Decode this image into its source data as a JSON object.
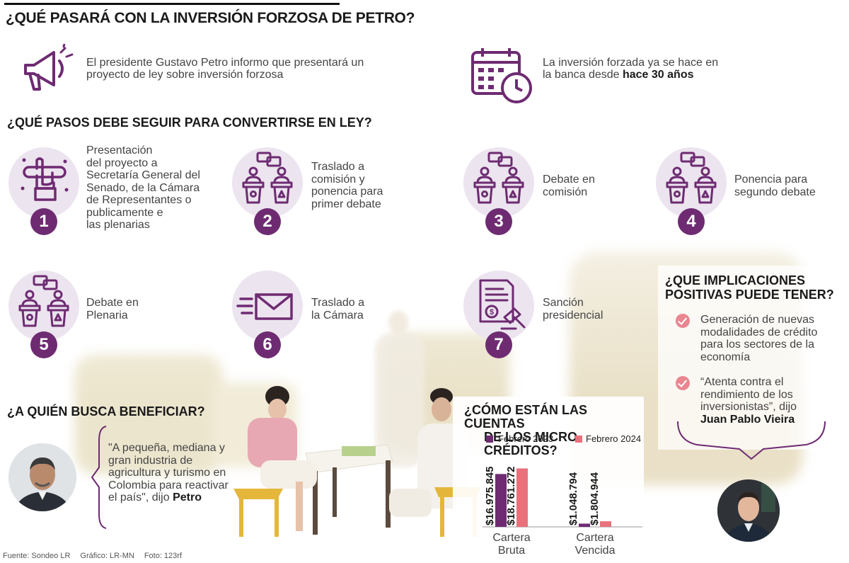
{
  "title": "¿QUÉ PASARÁ CON LA INVERSIÓN FORZOSA DE PETRO?",
  "intro": {
    "left_text": "El presidente Gustavo Petro informo que presentará un proyecto de ley sobre inversión forzosa",
    "left_icon": "megaphone-icon",
    "right_text_1": "La inversión forzada ya se hace en la banca desde ",
    "right_text_bold": "hace 30 años",
    "right_icon": "calendar-clock-icon"
  },
  "steps_heading": "¿QUÉ PASOS DEBE SEGUIR PARA CONVERTIRSE EN LEY?",
  "steps": [
    {
      "num": "1",
      "icon": "scroll-hand-icon",
      "lines": [
        "Presentación",
        "del proyecto a",
        "Secretaría General del",
        "Senado, de la Cámara",
        "de Representantes o",
        "publicamente e",
        "las plenarias"
      ]
    },
    {
      "num": "2",
      "icon": "debate-podium-icon",
      "lines": [
        "Traslado a",
        "comisión y",
        "ponencia para",
        "primer debate"
      ]
    },
    {
      "num": "3",
      "icon": "debate-podium-icon",
      "lines": [
        "Debate en",
        "comisión"
      ]
    },
    {
      "num": "4",
      "icon": "debate-podium-icon",
      "lines": [
        "Ponencia para",
        "segundo debate"
      ]
    },
    {
      "num": "5",
      "icon": "debate-podium-icon",
      "lines": [
        "Debate en",
        "Plenaria"
      ]
    },
    {
      "num": "6",
      "icon": "envelope-icon",
      "lines": [
        "Traslado a",
        "la Cámara"
      ]
    },
    {
      "num": "7",
      "icon": "document-gavel-icon",
      "lines": [
        "Sanción",
        "presidencial"
      ]
    }
  ],
  "implications": {
    "heading_lines": [
      "¿QUE IMPLICACIONES",
      "POSITIVAS PUEDE TENER?"
    ],
    "item1_lines": [
      "Generación de nuevas",
      "modalidades de crédito",
      "para los sectores de la",
      "economía"
    ],
    "item2_lines": [
      "“Atenta contra el",
      "rendimiento de los",
      "inversionistas”, dijo"
    ],
    "item2_author": "Juan Pablo Vieira"
  },
  "beneficiary": {
    "heading": "¿A QUIÉN BUSCA BENEFICIAR?",
    "quote_lines": [
      "\"A pequeña, mediana y",
      "gran industria de",
      "agricultura y turismo en",
      "Colombia para reactivar"
    ],
    "quote_last": "el país\", dijo ",
    "author": "Petro"
  },
  "chart_heading_lines": [
    "¿CÓMO ESTÁN LAS CUENTAS",
    "DE LOS MICRO CRÉDITOS?"
  ],
  "chart_data": {
    "type": "bar",
    "categories": [
      "Cartera Bruta",
      "Cartera Vencida"
    ],
    "category_lines": [
      [
        "Cartera",
        "Bruta"
      ],
      [
        "Cartera",
        "Vencida"
      ]
    ],
    "series": [
      {
        "name": "Febrero 2023",
        "values": [
          16975845,
          1048794
        ],
        "labels": [
          "$16.975.845",
          "$1.048.794"
        ],
        "color": "#6e2b72"
      },
      {
        "name": "Febrero 2024",
        "values": [
          18761272,
          1804944
        ],
        "labels": [
          "$18.761.272",
          "$1.804.944"
        ],
        "color": "#e8717c"
      }
    ],
    "ylim": [
      0,
      25000000
    ],
    "legend": "top",
    "grid": false
  },
  "footer": {
    "source": "Fuente: Sondeo LR",
    "graphic": "Gráfico: LR-MN",
    "photo": "Foto: 123rf"
  },
  "colors": {
    "accent": "#6e2b72",
    "circle": "#ece4ef",
    "check": "#e98690"
  }
}
